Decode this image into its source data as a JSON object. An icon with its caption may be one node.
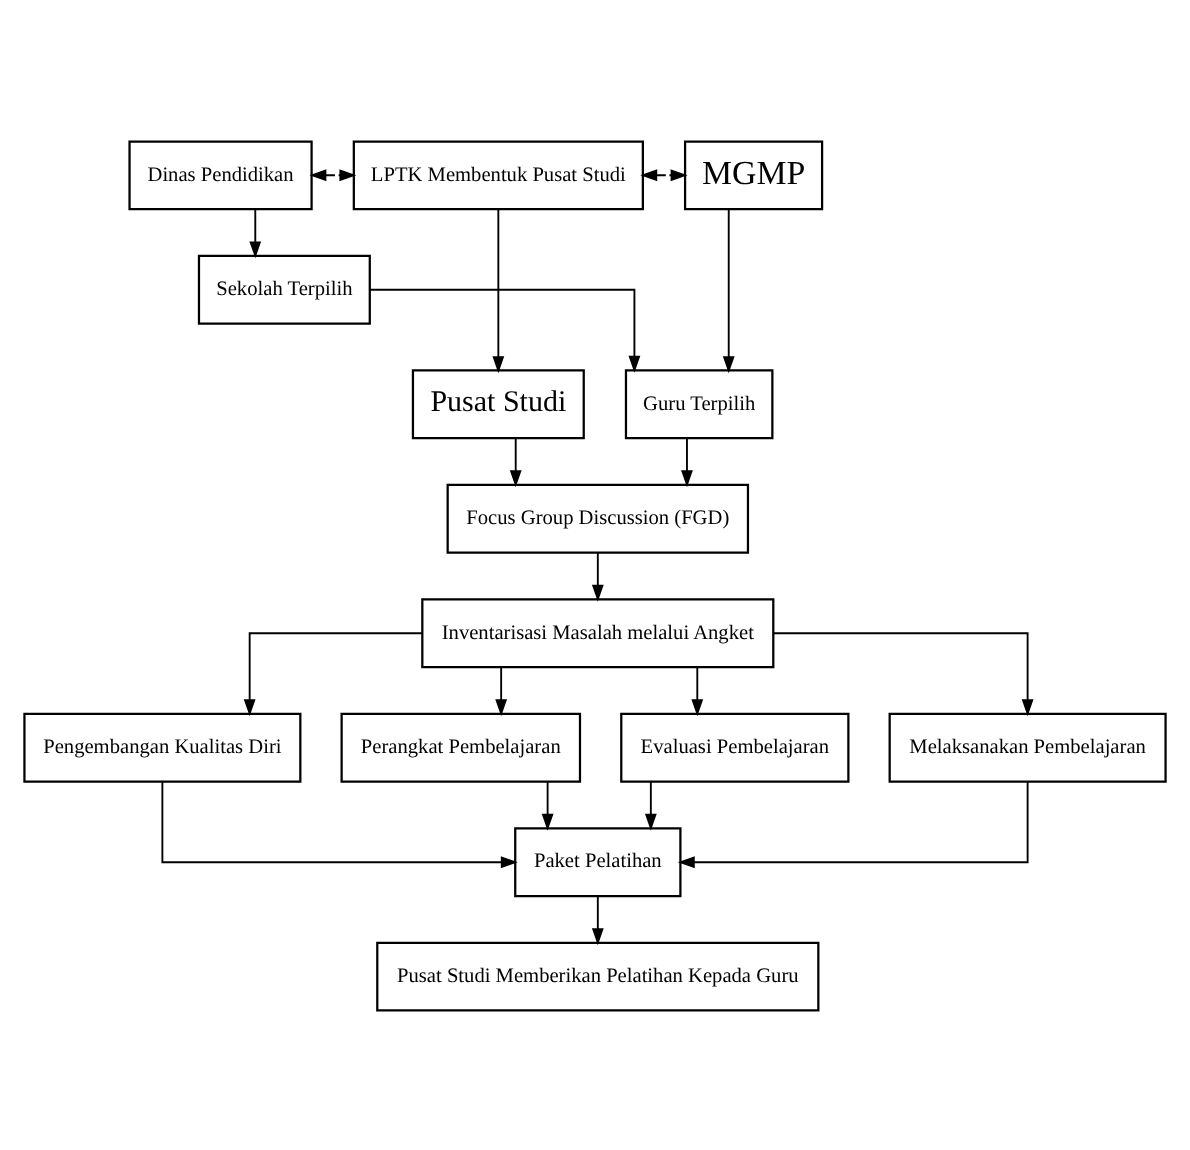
{
  "diagram": {
    "nodes": [
      {
        "text": [
          "Dinas Pendidikan"
        ]
      },
      {
        "text": [
          "LPTK Membentuk Pusat Studi"
        ]
      },
      {
        "text": [
          "MGMP"
        ]
      },
      {
        "text": [
          "Sekolah Terpilih"
        ]
      },
      {
        "text": [
          "Guru Terpilih"
        ]
      },
      {
        "text": [
          "Pusat Studi"
        ]
      },
      {
        "text": [
          "Focus Group Discussion (FGD)"
        ]
      },
      {
        "text": [
          "Inventarisasi Masalah melalui Angket"
        ]
      },
      {
        "text": [
          "Pengembangan Kualitas Diri"
        ]
      },
      {
        "text": [
          "Perangkat Pembelajaran"
        ]
      },
      {
        "text": [
          "Evaluasi Pembelajaran"
        ]
      },
      {
        "text": [
          "Melaksanakan Pembelajaran"
        ]
      },
      {
        "text": [
          "Paket Pelatihan"
        ]
      },
      {
        "text": [
          "Pusat Studi Memberikan Pelatihan Kepada Guru"
        ]
      }
    ],
    "edges": [
      {
        "from": 0,
        "to": 1,
        "arrow": "both",
        "style": "dashed"
      },
      {
        "from": 1,
        "to": 2,
        "arrow": "both",
        "style": "dashed"
      },
      {
        "from": 0,
        "to": 3,
        "arrow": "to"
      },
      {
        "from": 3,
        "to": 4,
        "arrow": "to"
      },
      {
        "from": 2,
        "to": 4,
        "arrow": "to"
      },
      {
        "from": 1,
        "to": 5,
        "arrow": "to"
      },
      {
        "from": 4,
        "to": 6,
        "arrow": "to"
      },
      {
        "from": 5,
        "to": 6,
        "arrow": "to"
      },
      {
        "from": 6,
        "to": 7,
        "arrow": "to"
      },
      {
        "from": 7,
        "to": 8,
        "arrow": "to"
      },
      {
        "from": 7,
        "to": 9,
        "arrow": "to"
      },
      {
        "from": 7,
        "to": 10,
        "arrow": "to"
      },
      {
        "from": 7,
        "to": 11,
        "arrow": "to"
      },
      {
        "from": 8,
        "to": 12,
        "arrow": "to"
      },
      {
        "from": 9,
        "to": 12,
        "arrow": "to"
      },
      {
        "from": 10,
        "to": 12,
        "arrow": "to"
      },
      {
        "from": 11,
        "to": 12,
        "arrow": "to"
      },
      {
        "from": 12,
        "to": 13,
        "arrow": "to"
      }
    ]
  }
}
